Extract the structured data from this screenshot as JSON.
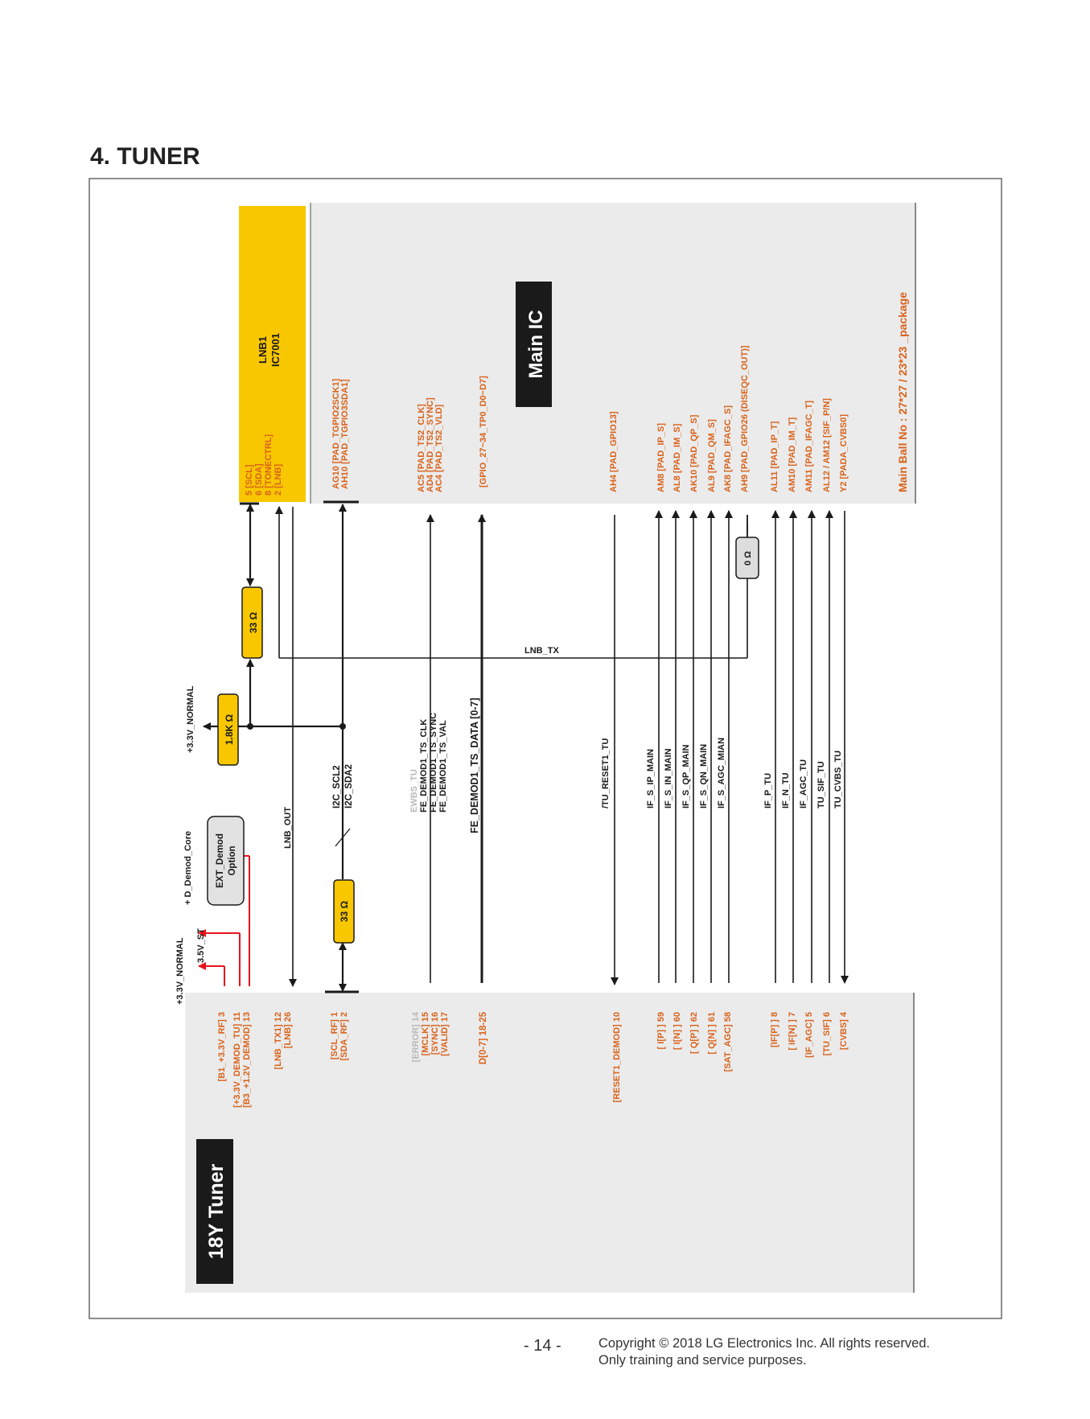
{
  "section_title": "4. TUNER",
  "footer": {
    "page": "- 14 -",
    "copyright_line1": "Copyright © 2018 LG Electronics Inc. All rights reserved.",
    "copyright_line2": "Only training and service purposes."
  },
  "colors": {
    "main_ic_fill": "#ebebeb",
    "lnb_fill": "#f8c700",
    "pin_text": "#d9621a",
    "signal_text": "#1a1a1a",
    "alert_red": "#e8141c",
    "resistor_fill": "#f8c700"
  },
  "main_ic": {
    "label": "Main IC",
    "ball_note": "Main Ball No : 27*27 / 23*23 _package",
    "pins": {
      "tgpio": [
        "AG10 [PAD_TGPIO2SCK1]",
        "AH10 [PAD_TGPIO3SDA1]"
      ],
      "ts": [
        "AC5 [PAD_TS2_CLK]",
        "AD4 [PAD_TS2_SYNC]",
        "AC4 [PAD_TS2_VLD]"
      ],
      "gpio_data": "[GPIO_27~34_TP0_D0~D7]",
      "gpio13": "AH4 [PAD_GPIO13]",
      "if_s": [
        "AM8 [PAD_IP_S]",
        "AL8 [PAD_IM_S]",
        "AK10 [PAD_QP_S]",
        "AL9 [PAD_QM_S]",
        "AK8 [PAD_IFAGC_S]",
        "AH9 [PAD_GPIO26 (DISEQC_OUT)]"
      ],
      "if_t": [
        "AL11 [PAD_IP_T]",
        "AM10 [PAD_IM_T]",
        "AM11 [PAD_IFAGC_T]",
        "AL12 / AM12 [SIF_P/N]",
        "Y2 [PADA_CVBS0]"
      ]
    }
  },
  "lnb": {
    "name": "LNB1",
    "part": "IC7001",
    "pins": [
      "5 [SCL]",
      "6 [SDA]",
      "8 [TONECTRL]",
      "2 [LNB]"
    ]
  },
  "tuner": {
    "label": "18Y Tuner",
    "pins": {
      "power": [
        "[B1_+3.3V_RF]  3",
        "[+3.3V_DEMOD_TU] 11",
        "[B3_+1.2V_DEMOD] 13"
      ],
      "lnb": [
        "[LNB_TX1] 12",
        "[LNB] 26"
      ],
      "i2c": [
        "[SCL_RF] 1",
        "[SDA_RF] 2"
      ],
      "ts": [
        "[ERROR] 14",
        "[MCLK] 15",
        "[SYNC] 16",
        "[VALID] 17"
      ],
      "data": "D[0-7] 18-25",
      "reset": "[RESET1_DEMOD] 10",
      "if_s": [
        "[ I[P] ] 59",
        "[ I[N] ] 60",
        "[ Q[P] ] 62",
        "[ Q[N] ] 61",
        "[SAT_AGC] 58"
      ],
      "if_t": [
        "[IF[P] ] 8",
        "[ IF[N] ] 7",
        "[IF_AGC] 5",
        "[TU_SIF] 6",
        "[CVBS] 4"
      ]
    }
  },
  "nets": {
    "lnb_tx": "LNB_TX",
    "lnb_out": "LNB_OUT",
    "i2c": [
      "I2C_SCL2",
      "I2C_SDA2"
    ],
    "ts": [
      "EWBS_TU",
      "FE_DEMOD1_TS_CLK",
      "FE_DEMOD1_TS_SYNC",
      "FE_DEMOD1_TS_VAL"
    ],
    "data": "FE_DEMOD1_TS_DATA [0-7]",
    "reset": "/TU_RESET1_TU",
    "if_s": [
      "IF_S_IP_MAIN",
      "IF_S_IN_MAIN",
      "IF_S_QP_MAIN",
      "IF_S_QN_MAIN",
      "IF_S_AGC_MIAN"
    ],
    "if_t": [
      "IF_P_TU",
      "IF_N_TU",
      "IF_AGC_TU",
      "TU_SIF_TU",
      "TU_CVBS_TU"
    ]
  },
  "power_rails": {
    "top": "+3.3V_NORMAL",
    "bottom": "+3.3V_NORMAL",
    "st": "3.5V_ST",
    "demod_core": "+ D_Demod_Core"
  },
  "components": {
    "r_pullup": "1.8K Ω",
    "r_scl": "33 Ω",
    "r_sda": "33 Ω",
    "r_zero": "0 Ω",
    "ext_demod_line1": "EXT_Demod",
    "ext_demod_line2": "Option"
  }
}
